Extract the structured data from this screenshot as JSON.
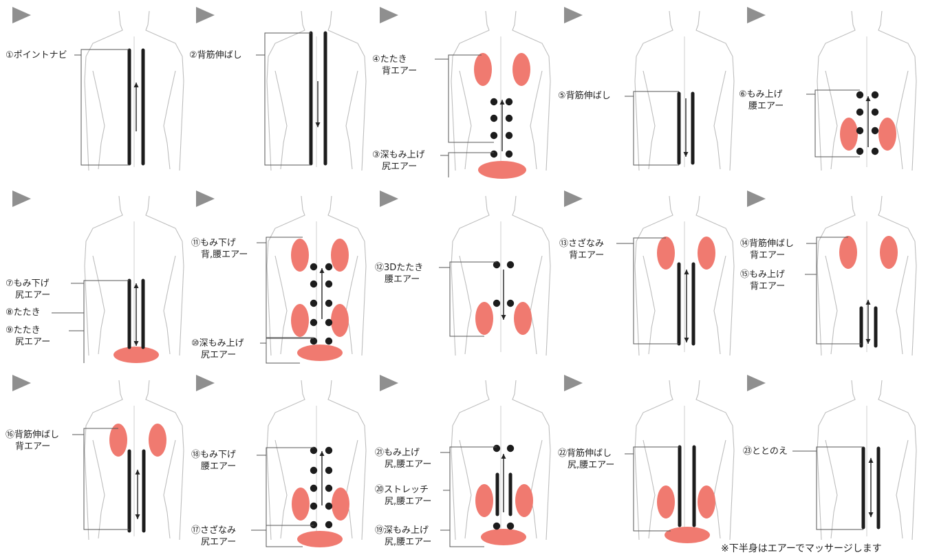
{
  "colors": {
    "air": "#f07a70",
    "bar": "#1c1c1c",
    "line": "#555555",
    "marker": "#8f8f8f"
  },
  "panels": [
    {
      "id": "p1",
      "labels": [
        [
          "①ポイントナビ"
        ]
      ]
    },
    {
      "id": "p2",
      "labels": [
        [
          "②背筋伸ばし"
        ]
      ]
    },
    {
      "id": "p3",
      "labels": [
        [
          "④たたき",
          "背エアー"
        ],
        [
          "③深もみ上げ",
          "尻エアー"
        ]
      ]
    },
    {
      "id": "p4",
      "labels": [
        [
          "⑤背筋伸ばし"
        ]
      ]
    },
    {
      "id": "p5",
      "labels": [
        [
          "⑥もみ上げ",
          "腰エアー"
        ]
      ]
    },
    {
      "id": "p6",
      "labels": [
        [
          "⑦もみ下げ",
          "尻エアー"
        ],
        [
          "⑧たたき"
        ],
        [
          "⑨たたき",
          "尻エアー"
        ]
      ]
    },
    {
      "id": "p7",
      "labels": [
        [
          "⑪もみ下げ",
          "背,腰エアー"
        ],
        [
          "⑩深もみ上げ",
          "尻エアー"
        ]
      ]
    },
    {
      "id": "p8",
      "labels": [
        [
          "⑫3Dたたき",
          "腰エアー"
        ]
      ]
    },
    {
      "id": "p9",
      "labels": [
        [
          "⑬さざなみ",
          "背エアー"
        ]
      ]
    },
    {
      "id": "p10",
      "labels": [
        [
          "⑭背筋伸ばし",
          "背エアー"
        ],
        [
          "⑮もみ上げ",
          "背エアー"
        ]
      ]
    },
    {
      "id": "p11",
      "labels": [
        [
          "⑯背筋伸ばし",
          "背エアー"
        ]
      ]
    },
    {
      "id": "p12",
      "labels": [
        [
          "⑱もみ下げ",
          "腰エアー"
        ],
        [
          "⑰さざなみ",
          "尻エアー"
        ]
      ]
    },
    {
      "id": "p13",
      "labels": [
        [
          "㉑もみ上げ",
          "尻,腰エアー"
        ],
        [
          "⑳ストレッチ",
          "尻,腰エアー"
        ],
        [
          "⑲深もみ上げ",
          "尻,腰エアー"
        ]
      ]
    },
    {
      "id": "p14",
      "labels": [
        [
          "㉒背筋伸ばし",
          "尻,腰エアー"
        ]
      ]
    },
    {
      "id": "p15",
      "labels": [
        [
          "㉓ととのえ"
        ]
      ]
    }
  ],
  "footnote": "※下半身はエアーでマッサージします"
}
